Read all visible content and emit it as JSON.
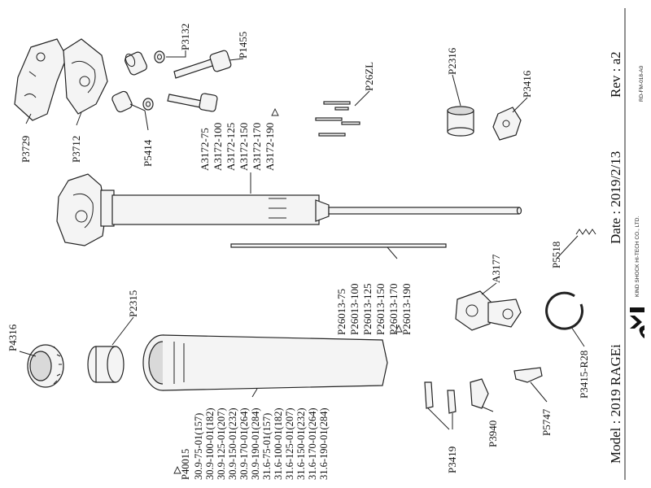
{
  "title_block": {
    "model": "Model : 2019 RAGEi",
    "date": "Date : 2019/2/13",
    "rev": "Rev : a2",
    "company": "KIND SHOCK HI-TECH CO., LTD.",
    "doc_code": "RD-FM-018-A0",
    "logo_text": "KS"
  },
  "parts": {
    "p3132": "P3132",
    "p1455": "P1455",
    "p3729": "P3729",
    "p3712": "P3712",
    "p5414": "P5414",
    "p26zl": "P26ZL",
    "p2316": "P2316",
    "p3416": "P3416",
    "p5518": "P5518",
    "a3177": "A3177",
    "p4316": "P4316",
    "p2315": "P2315",
    "p3415": "P3415-R28",
    "p5747": "P5747",
    "p3940": "P3940",
    "p3419": "P3419"
  },
  "post_assembly": [
    "A3172-75",
    "A3172-100",
    "A3172-125",
    "A3172-150",
    "A3172-170",
    "A3172-190"
  ],
  "cable": [
    "P26013-75",
    "P26013-100",
    "P26013-125",
    "P26013-150",
    "P26013-170",
    "P26013-190"
  ],
  "outer_tube": [
    "P40015",
    "30.9-75-01(157)",
    "30.9-100-01(182)",
    "30.9-125-01(207)",
    "30.9-150-01(232)",
    "30.9-170-01(264)",
    "30.9-190-01(284)",
    "31.6-75-01(157)",
    "31.6-100-01(182)",
    "31.6-125-01(207)",
    "31.6-150-01(232)",
    "31.6-170-01(264)",
    "31.6-190-01(284)"
  ]
}
